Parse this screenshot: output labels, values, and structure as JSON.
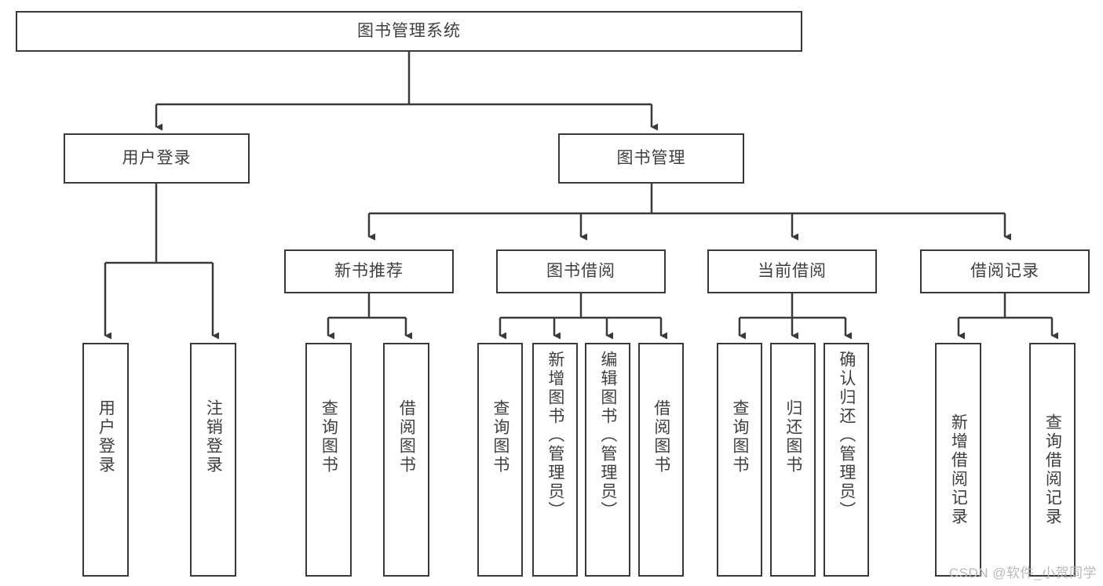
{
  "diagram": {
    "title": "图书管理系统",
    "type": "tree-hierarchy",
    "root": {
      "label": "图书管理系统"
    },
    "level2": [
      {
        "label": "用户登录"
      },
      {
        "label": "图书管理"
      }
    ],
    "level3": [
      {
        "label": "新书推荐"
      },
      {
        "label": "图书借阅"
      },
      {
        "label": "当前借阅"
      },
      {
        "label": "借阅记录"
      }
    ],
    "leaves": {
      "user_login": [
        {
          "label": "用户登录"
        },
        {
          "label": "注销登录"
        }
      ],
      "new_book_recommend": [
        {
          "label": "查询图书"
        },
        {
          "label": "借阅图书"
        }
      ],
      "book_borrow": [
        {
          "label": "查询图书"
        },
        {
          "label": "新增图书（管理员）"
        },
        {
          "label": "编辑图书（管理员）"
        },
        {
          "label": "借阅图书"
        }
      ],
      "current_borrow": [
        {
          "label": "查询图书"
        },
        {
          "label": "归还图书"
        },
        {
          "label": "确认归还（管理员）"
        }
      ],
      "borrow_record": [
        {
          "label": "新增借阅记录"
        },
        {
          "label": "查询借阅记录"
        }
      ]
    }
  },
  "watermark": {
    "text": "CSDN @软件_小贺同学"
  },
  "colors": {
    "border": "#3a3a3a",
    "text": "#3f3f3f",
    "background": "#ffffff",
    "watermark": "#b9b9b9"
  }
}
